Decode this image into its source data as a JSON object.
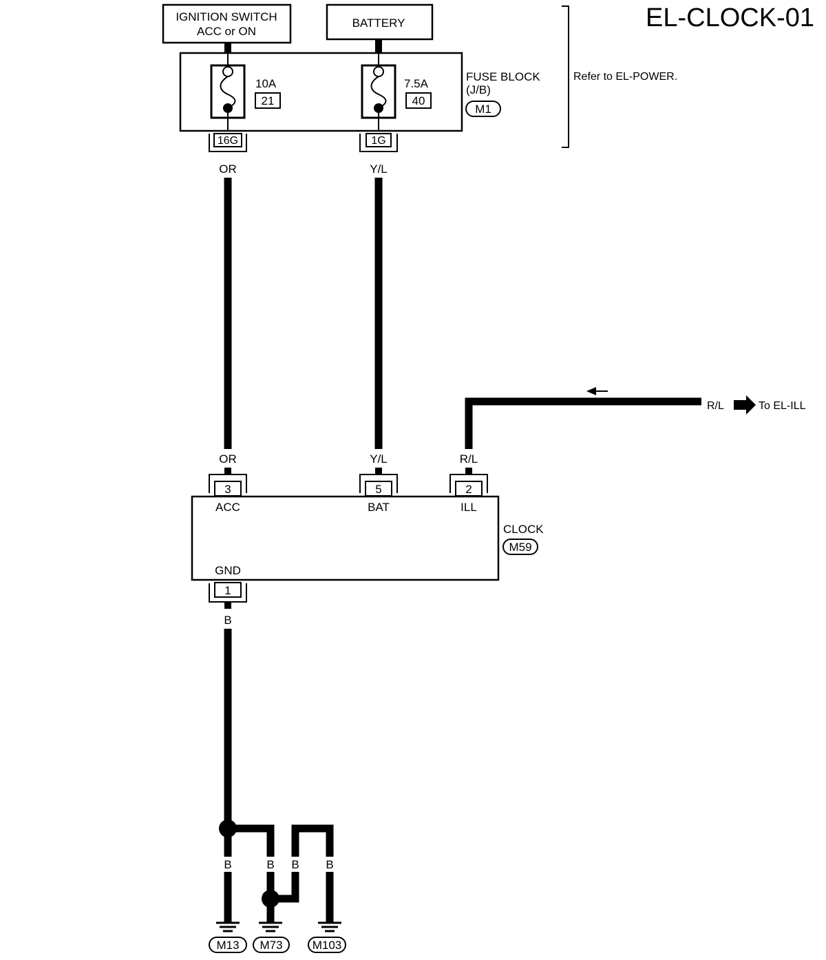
{
  "diagram_id": "EL-CLOCK-01",
  "sources": {
    "ignition": {
      "line1": "IGNITION SWITCH",
      "line2": "ACC or ON"
    },
    "battery": {
      "label": "BATTERY"
    }
  },
  "fuse_block": {
    "label": "FUSE BLOCK",
    "sublabel": "(J/B)",
    "connector": "M1",
    "refer_note": "Refer to EL-POWER.",
    "fuses": [
      {
        "rating": "10A",
        "number": "21",
        "terminal": "16G",
        "wire_color": "OR"
      },
      {
        "rating": "7.5A",
        "number": "40",
        "terminal": "1G",
        "wire_color": "Y/L"
      }
    ]
  },
  "illumination": {
    "wire_color": "R/L",
    "destination": "To EL-ILL"
  },
  "clock": {
    "label": "CLOCK",
    "connector": "M59",
    "pins": [
      {
        "number": "3",
        "name": "ACC",
        "wire_color": "OR"
      },
      {
        "number": "5",
        "name": "BAT",
        "wire_color": "Y/L"
      },
      {
        "number": "2",
        "name": "ILL",
        "wire_color": "R/L"
      },
      {
        "number": "1",
        "name": "GND",
        "wire_color": "B"
      }
    ]
  },
  "grounds": {
    "wire_colors": [
      "B",
      "B",
      "B",
      "B"
    ],
    "points": [
      "M13",
      "M73",
      "M103"
    ]
  }
}
